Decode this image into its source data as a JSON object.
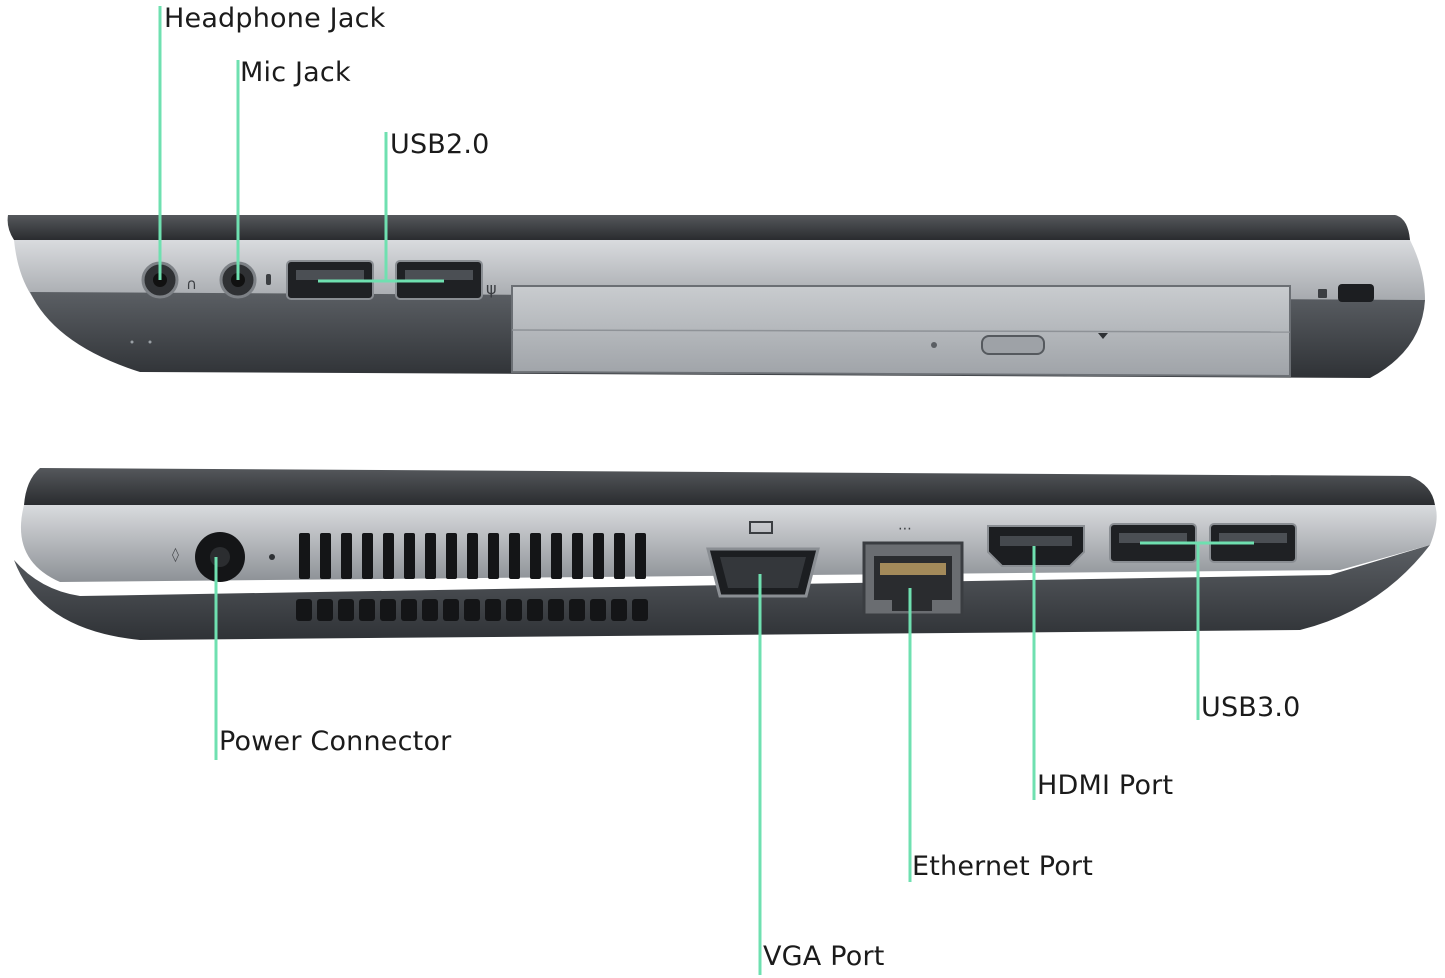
{
  "labels": {
    "headphone_jack": "Headphone Jack",
    "mic_jack": "Mic Jack",
    "usb2": "USB2.0",
    "power_connector": "Power Connector",
    "vga_port": "VGA Port",
    "ethernet_port": "Ethernet Port",
    "hdmi_port": "HDMI Port",
    "usb3": "USB3.0"
  },
  "colors": {
    "leader_line": "#6fe0b0",
    "bezel": "#3c3f43",
    "silver": "#b9bcc0",
    "base": "#505459"
  }
}
